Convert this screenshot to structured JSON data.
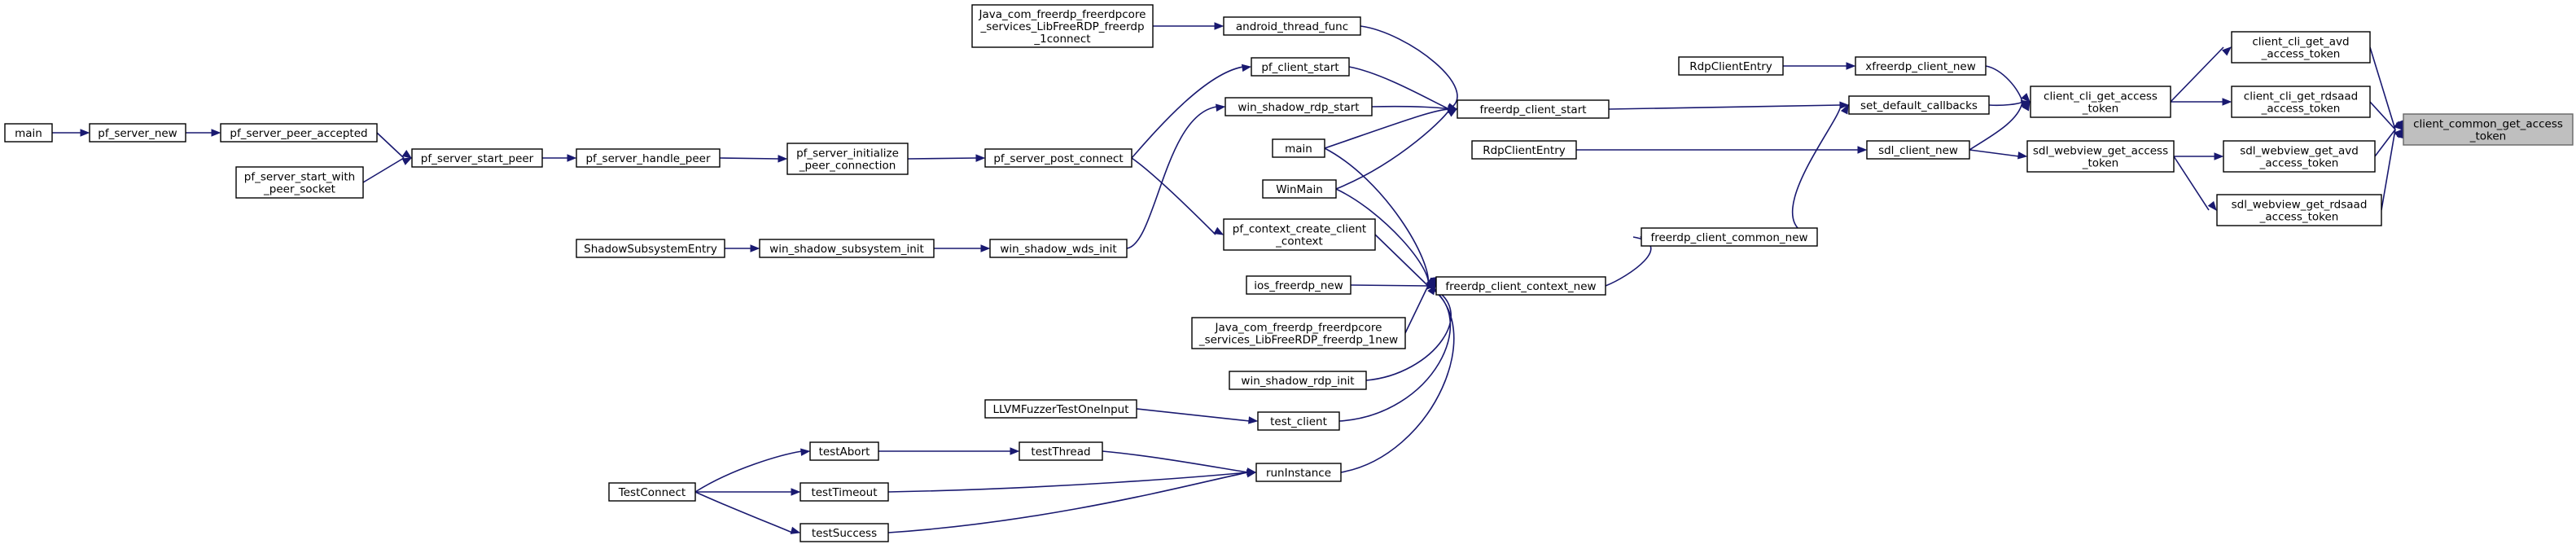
{
  "diagram": {
    "title": "",
    "nodes": [
      {
        "id": "root",
        "lines": [
          "client_common_get_access",
          "_token"
        ],
        "root": true
      },
      {
        "id": "cli_avd",
        "lines": [
          "client_cli_get_avd",
          "_access_token"
        ]
      },
      {
        "id": "cli_rdsaad",
        "lines": [
          "client_cli_get_rdsaad",
          "_access_token"
        ]
      },
      {
        "id": "sdl_avd",
        "lines": [
          "sdl_webview_get_avd",
          "_access_token"
        ]
      },
      {
        "id": "sdl_rdsaad",
        "lines": [
          "sdl_webview_get_rdsaad",
          "_access_token"
        ]
      },
      {
        "id": "cli_access",
        "lines": [
          "client_cli_get_access",
          "_token"
        ]
      },
      {
        "id": "sdl_access",
        "lines": [
          "sdl_webview_get_access",
          "_token"
        ]
      },
      {
        "id": "xfreerdp",
        "lines": [
          "xfreerdp_client_new"
        ]
      },
      {
        "id": "set_cb",
        "lines": [
          "set_default_callbacks"
        ]
      },
      {
        "id": "sdl_client_new",
        "lines": [
          "sdl_client_new"
        ]
      },
      {
        "id": "rdp_entry1",
        "lines": [
          "RdpClientEntry"
        ]
      },
      {
        "id": "rdp_entry2",
        "lines": [
          "RdpClientEntry"
        ]
      },
      {
        "id": "fcc_new",
        "lines": [
          "freerdp_client_common_new"
        ]
      },
      {
        "id": "fcs",
        "lines": [
          "freerdp_client_start"
        ]
      },
      {
        "id": "fccn",
        "lines": [
          "freerdp_client_context_new"
        ]
      },
      {
        "id": "android",
        "lines": [
          "android_thread_func"
        ]
      },
      {
        "id": "java_connect",
        "lines": [
          "Java_com_freerdp_freerdpcore",
          "_services_LibFreeRDP_freerdp",
          "_1connect"
        ]
      },
      {
        "id": "pf_client_start",
        "lines": [
          "pf_client_start"
        ]
      },
      {
        "id": "win_shadow_rdp_start",
        "lines": [
          "win_shadow_rdp_start"
        ]
      },
      {
        "id": "main2",
        "lines": [
          "main"
        ]
      },
      {
        "id": "winmain",
        "lines": [
          "WinMain"
        ]
      },
      {
        "id": "pf_ccc",
        "lines": [
          "pf_context_create_client",
          "_context"
        ]
      },
      {
        "id": "ios",
        "lines": [
          "ios_freerdp_new"
        ]
      },
      {
        "id": "java_new",
        "lines": [
          "Java_com_freerdp_freerdpcore",
          "_services_LibFreeRDP_freerdp_1new"
        ]
      },
      {
        "id": "wsri",
        "lines": [
          "win_shadow_rdp_init"
        ]
      },
      {
        "id": "test_client",
        "lines": [
          "test_client"
        ]
      },
      {
        "id": "run",
        "lines": [
          "runInstance"
        ]
      },
      {
        "id": "pspc",
        "lines": [
          "pf_server_post_connect"
        ]
      },
      {
        "id": "wswi",
        "lines": [
          "win_shadow_wds_init"
        ]
      },
      {
        "id": "llvm",
        "lines": [
          "LLVMFuzzerTestOneInput"
        ]
      },
      {
        "id": "test_thread",
        "lines": [
          "testThread"
        ]
      },
      {
        "id": "test_abort",
        "lines": [
          "testAbort"
        ]
      },
      {
        "id": "test_timeout",
        "lines": [
          "testTimeout"
        ]
      },
      {
        "id": "test_success",
        "lines": [
          "testSuccess"
        ]
      },
      {
        "id": "test_connect",
        "lines": [
          "TestConnect"
        ]
      },
      {
        "id": "psipc",
        "lines": [
          "pf_server_initialize",
          "_peer_connection"
        ]
      },
      {
        "id": "wssi",
        "lines": [
          "win_shadow_subsystem_init"
        ]
      },
      {
        "id": "sse",
        "lines": [
          "ShadowSubsystemEntry"
        ]
      },
      {
        "id": "pshp",
        "lines": [
          "pf_server_handle_peer"
        ]
      },
      {
        "id": "pssp",
        "lines": [
          "pf_server_start_peer"
        ]
      },
      {
        "id": "pspa",
        "lines": [
          "pf_server_peer_accepted"
        ]
      },
      {
        "id": "psswps",
        "lines": [
          "pf_server_start_with",
          "_peer_socket"
        ]
      },
      {
        "id": "pf_server_new",
        "lines": [
          "pf_server_new"
        ]
      },
      {
        "id": "main1",
        "lines": [
          "main"
        ]
      }
    ],
    "edges": [
      [
        "cli_avd",
        "root"
      ],
      [
        "cli_rdsaad",
        "root"
      ],
      [
        "sdl_avd",
        "root"
      ],
      [
        "sdl_rdsaad",
        "root"
      ],
      [
        "cli_access",
        "cli_avd"
      ],
      [
        "cli_access",
        "cli_rdsaad"
      ],
      [
        "sdl_access",
        "sdl_avd"
      ],
      [
        "sdl_access",
        "sdl_rdsaad"
      ],
      [
        "xfreerdp",
        "cli_access"
      ],
      [
        "set_cb",
        "cli_access"
      ],
      [
        "sdl_client_new",
        "cli_access"
      ],
      [
        "sdl_client_new",
        "sdl_access"
      ],
      [
        "rdp_entry1",
        "xfreerdp"
      ],
      [
        "rdp_entry2",
        "sdl_client_new"
      ],
      [
        "fcc_new",
        "set_cb"
      ],
      [
        "fcs",
        "set_cb"
      ],
      [
        "fccn",
        "fcc_new"
      ],
      [
        "android",
        "fcs"
      ],
      [
        "pf_client_start",
        "fcs"
      ],
      [
        "win_shadow_rdp_start",
        "fcs"
      ],
      [
        "main2",
        "fcs"
      ],
      [
        "winmain",
        "fcs"
      ],
      [
        "java_connect",
        "android"
      ],
      [
        "main2",
        "fccn"
      ],
      [
        "winmain",
        "fccn"
      ],
      [
        "pf_ccc",
        "fccn"
      ],
      [
        "ios",
        "fccn"
      ],
      [
        "java_new",
        "fccn"
      ],
      [
        "wsri",
        "fccn"
      ],
      [
        "test_client",
        "fccn"
      ],
      [
        "run",
        "fccn"
      ],
      [
        "pspc",
        "pf_client_start"
      ],
      [
        "pspc",
        "pf_ccc"
      ],
      [
        "wswi",
        "win_shadow_rdp_start"
      ],
      [
        "llvm",
        "test_client"
      ],
      [
        "test_thread",
        "run"
      ],
      [
        "test_timeout",
        "run"
      ],
      [
        "test_success",
        "run"
      ],
      [
        "test_abort",
        "test_thread"
      ],
      [
        "test_connect",
        "test_abort"
      ],
      [
        "test_connect",
        "test_timeout"
      ],
      [
        "test_connect",
        "test_success"
      ],
      [
        "psipc",
        "pspc"
      ],
      [
        "wssi",
        "wswi"
      ],
      [
        "sse",
        "wssi"
      ],
      [
        "pshp",
        "psipc"
      ],
      [
        "pssp",
        "pshp"
      ],
      [
        "pspa",
        "pssp"
      ],
      [
        "psswps",
        "pssp"
      ],
      [
        "pf_server_new",
        "pspa"
      ],
      [
        "main1",
        "pf_server_new"
      ]
    ],
    "colors": {
      "edge": "#191970",
      "node_border": "#000000",
      "root_fill": "#bfbfbf",
      "root_border": "#666666",
      "background": "#ffffff"
    }
  }
}
